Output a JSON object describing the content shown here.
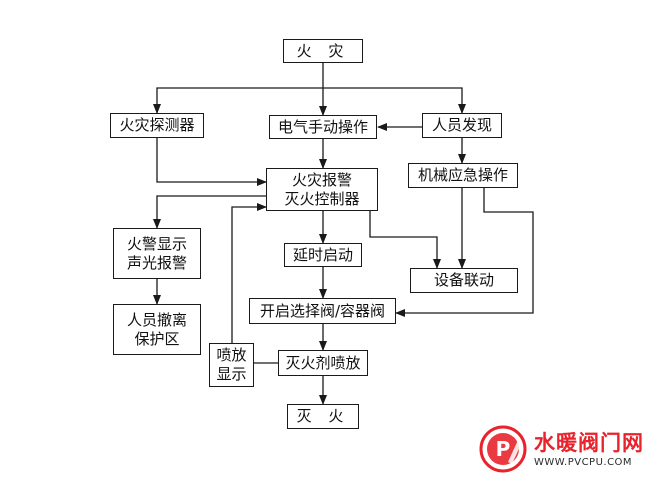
{
  "diagram": {
    "nodes": {
      "fire": {
        "label": "火 灾"
      },
      "detector": {
        "label": "火灾探测器"
      },
      "manual_electric": {
        "label": "电气手动操作"
      },
      "person_found": {
        "label": "人员发现"
      },
      "controller": {
        "lines": [
          "火灾报警",
          "灭火控制器"
        ]
      },
      "mechanical": {
        "label": "机械应急操作"
      },
      "alarm_display": {
        "lines": [
          "火警显示",
          "声光报警"
        ]
      },
      "delay_start": {
        "label": "延时启动"
      },
      "linkage": {
        "label": "设备联动"
      },
      "evacuate": {
        "lines": [
          "人员撤离",
          "保护区"
        ]
      },
      "valve_open": {
        "label": "开启选择阀/容器阀"
      },
      "spray_display": {
        "lines": [
          "喷放",
          "显示"
        ]
      },
      "agent_release": {
        "label": "灭火剂喷放"
      },
      "extinguish": {
        "label": "灭 火"
      }
    },
    "edges": [
      [
        "fire",
        "detector"
      ],
      [
        "fire",
        "manual_electric"
      ],
      [
        "fire",
        "person_found"
      ],
      [
        "person_found",
        "manual_electric"
      ],
      [
        "person_found",
        "mechanical"
      ],
      [
        "detector",
        "controller"
      ],
      [
        "manual_electric",
        "controller"
      ],
      [
        "controller",
        "alarm_display"
      ],
      [
        "controller",
        "delay_start"
      ],
      [
        "controller",
        "linkage"
      ],
      [
        "mechanical",
        "linkage"
      ],
      [
        "mechanical",
        "valve_open"
      ],
      [
        "alarm_display",
        "evacuate"
      ],
      [
        "delay_start",
        "valve_open"
      ],
      [
        "valve_open",
        "agent_release"
      ],
      [
        "agent_release",
        "spray_display"
      ],
      [
        "spray_display",
        "controller"
      ],
      [
        "agent_release",
        "extinguish"
      ]
    ]
  },
  "watermark": {
    "brand": "水暖阀门网",
    "url": "WWW.PVCPU.COM",
    "badge_letter": "P",
    "brand_color": "#e8232b"
  }
}
